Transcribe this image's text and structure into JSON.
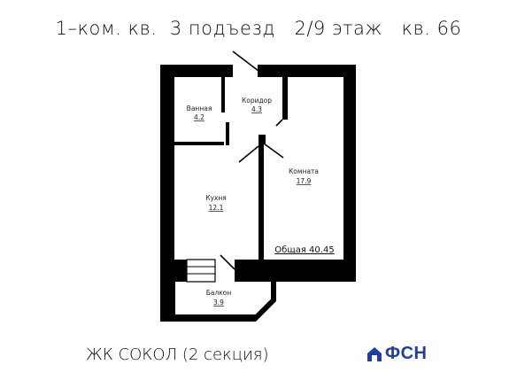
{
  "header": {
    "rooms": "1–ком. кв.",
    "entrance": "3 подъезд",
    "floor": "2/9 этаж",
    "apartment": "кв. 66"
  },
  "rooms": {
    "bathroom": {
      "name": "Ванная",
      "area": "4.2"
    },
    "corridor": {
      "name": "Коридор",
      "area": "4.3"
    },
    "room": {
      "name": "Комната",
      "area": "17.9"
    },
    "kitchen": {
      "name": "Кухня",
      "area": "12.1"
    },
    "balcony": {
      "name": "Балкон",
      "area": "3.9"
    }
  },
  "total_area": "Общая 40.45",
  "footer": {
    "complex": "ЖК СОКОЛ (2 секция)",
    "logo_text": "ФСН"
  },
  "colors": {
    "wall": "#000000",
    "logo": "#1f3fa0"
  }
}
